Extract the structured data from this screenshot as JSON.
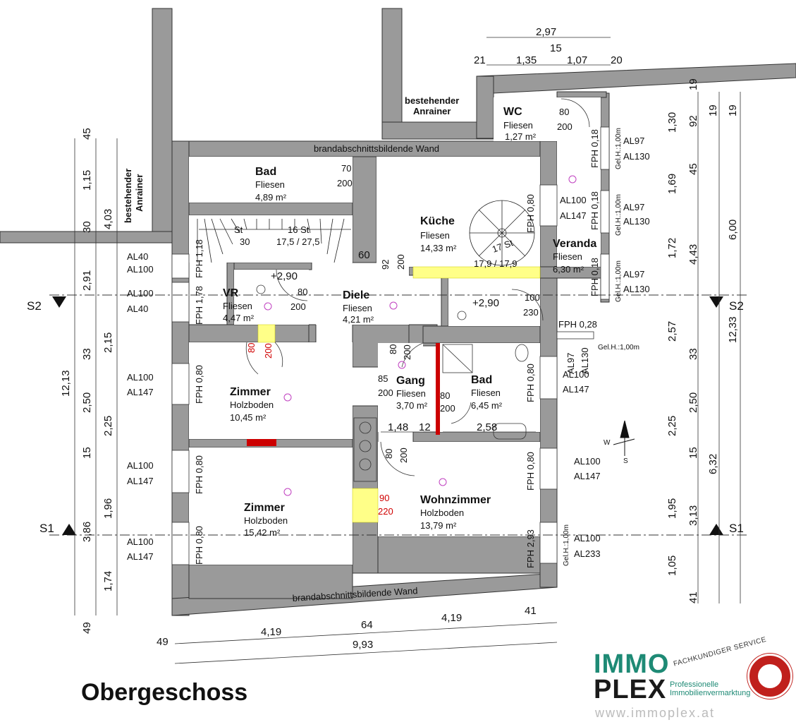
{
  "plan": {
    "title": "Obergeschoss",
    "rooms": [
      {
        "name": "Bad",
        "floor": "Fliesen",
        "area": "4,89 m²"
      },
      {
        "name": "WC",
        "floor": "Fliesen",
        "area": "1,27 m²"
      },
      {
        "name": "Küche",
        "floor": "Fliesen",
        "area": "14,33 m²"
      },
      {
        "name": "Veranda",
        "floor": "Fliesen",
        "area": "6,30 m²"
      },
      {
        "name": "VR",
        "floor": "Fliesen",
        "area": "4,47 m²"
      },
      {
        "name": "Diele",
        "floor": "Fliesen",
        "area": "4,21 m²"
      },
      {
        "name": "Zimmer",
        "floor": "Holzboden",
        "area": "10,45 m²"
      },
      {
        "name": "Gang",
        "floor": "Fliesen",
        "area": "3,70 m²"
      },
      {
        "name": "Bad",
        "floor": "Fliesen",
        "area": "6,45 m²"
      },
      {
        "name": "Zimmer",
        "floor": "Holzboden",
        "area": "15,42 m²"
      },
      {
        "name": "Wohnzimmer",
        "floor": "Holzboden",
        "area": "13,79 m²"
      }
    ],
    "labels": {
      "wall_top": "brandabschnittsbildende Wand",
      "wall_bottom": "brandabschnittsbildende Wand",
      "neighbor_top_1": "bestehender",
      "neighbor_top_2": "Anrainer",
      "neighbor_left_1": "bestehender",
      "neighbor_left_2": "Anrainer",
      "level_1": "+2,90",
      "level_2": "+2,90",
      "stairs_st": "St",
      "stairs_30": "30",
      "stairs_16st": "16 St",
      "stairs_rise": "17,5 / 27,5",
      "spiral_1": "17 St",
      "spiral_2": "17,9 / 17,9",
      "section_s1": "S1",
      "section_s2": "S2",
      "compass_w": "W",
      "compass_s": "S"
    },
    "doors": [
      {
        "w": "70",
        "h": "200"
      },
      {
        "w": "80",
        "h": "200"
      },
      {
        "w": "60",
        "h": ""
      },
      {
        "w": "92",
        "h": "200"
      },
      {
        "w": "80",
        "h": "200"
      },
      {
        "w": "100",
        "h": "230"
      },
      {
        "w": "80",
        "h": "200"
      },
      {
        "w": "85",
        "h": "200"
      },
      {
        "w": "80",
        "h": "200"
      },
      {
        "w": "80",
        "h": "200"
      },
      {
        "w": "90",
        "h": "220"
      },
      {
        "w": "80",
        "h": "200"
      }
    ],
    "windows_left": [
      {
        "fph": "FPH 1,18",
        "al_top": "AL40",
        "al_bottom": "AL100"
      },
      {
        "fph": "FPH 1,78",
        "al_top": "AL100",
        "al_bottom": "AL40"
      },
      {
        "fph": "FPH 0,80",
        "al_top": "AL100",
        "al_bottom": "AL147"
      },
      {
        "fph": "FPH 0,80",
        "al_top": "AL100",
        "al_bottom": "AL147"
      },
      {
        "fph": "FPH 0,80",
        "al_top": "AL100",
        "al_bottom": "AL147"
      }
    ],
    "windows_right": [
      {
        "fph": "FPH 0,18",
        "al_top": "AL97",
        "al_bottom": "AL130",
        "gel": "Gel.H.:1,00m"
      },
      {
        "fph": "FPH 0,18",
        "al_top": "AL97",
        "al_bottom": "AL130",
        "gel": "Gel.H.:1,00m"
      },
      {
        "fph": "FPH 0,18",
        "al_top": "AL97",
        "al_bottom": "AL130",
        "gel": "Gel.H.:1,00m"
      },
      {
        "fph": "FPH 0,80",
        "al_top": "AL100",
        "al_bottom": "AL147",
        "gel": ""
      },
      {
        "fph": "FPH 0,28",
        "al_top": "AL97",
        "al_bottom": "AL130",
        "gel": "Gel.H.:1,00m"
      },
      {
        "fph": "FPH 0,80",
        "al_top": "AL100",
        "al_bottom": "AL147",
        "gel": ""
      },
      {
        "fph": "FPH 2,93",
        "al_top": "AL100",
        "al_bottom": "AL233",
        "gel": "Gel.H.:1,00m"
      },
      {
        "fph": "FPH 0,80",
        "al_top": "AL100",
        "al_bottom": "AL147",
        "gel": ""
      }
    ],
    "dims_top": [
      "2,97",
      "15",
      "21",
      "1,35",
      "1,07",
      "20"
    ],
    "dims_bottom": [
      "49",
      "4,19",
      "64",
      "4,19",
      "41",
      "9,93"
    ],
    "dims_left": [
      "45",
      "1,15",
      "30",
      "4,03",
      "2,91",
      "12,13",
      "33",
      "2,15",
      "2,50",
      "15",
      "2,25",
      "1,96",
      "3,86",
      "1,74",
      "49"
    ],
    "dims_right": [
      "19",
      "1,30",
      "92",
      "19",
      "19",
      "45",
      "1,69",
      "6,00",
      "1,72",
      "4,43",
      "2,57",
      "12,33",
      "33",
      "2,50",
      "2,25",
      "15",
      "6,32",
      "1,95",
      "3,13",
      "1,05",
      "41"
    ],
    "dims_inner": [
      "1,48",
      "12",
      "2,58"
    ],
    "logo": {
      "immo": "IMMO",
      "plex": "PLEX",
      "service": "FACHKUNDIGER SERVICE",
      "pro1": "Professionelle",
      "pro2": "Immobilienvermarktung",
      "url": "www.immoplex.at"
    },
    "colors": {
      "wall": "#999999",
      "yellow": "#ffff88",
      "red": "#cc0000",
      "brand": "#1e8a75"
    }
  }
}
